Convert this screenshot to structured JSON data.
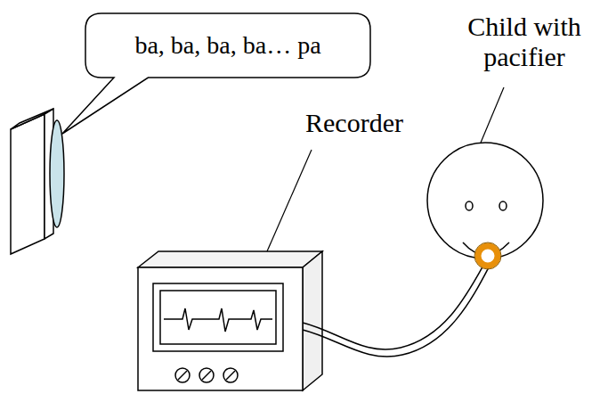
{
  "diagram": {
    "nodes": [
      {
        "text": [
          "ba, ba, ba, ba… pa"
        ]
      }
    ],
    "labels": [
      "Recorder",
      "Child with pacifier"
    ]
  }
}
